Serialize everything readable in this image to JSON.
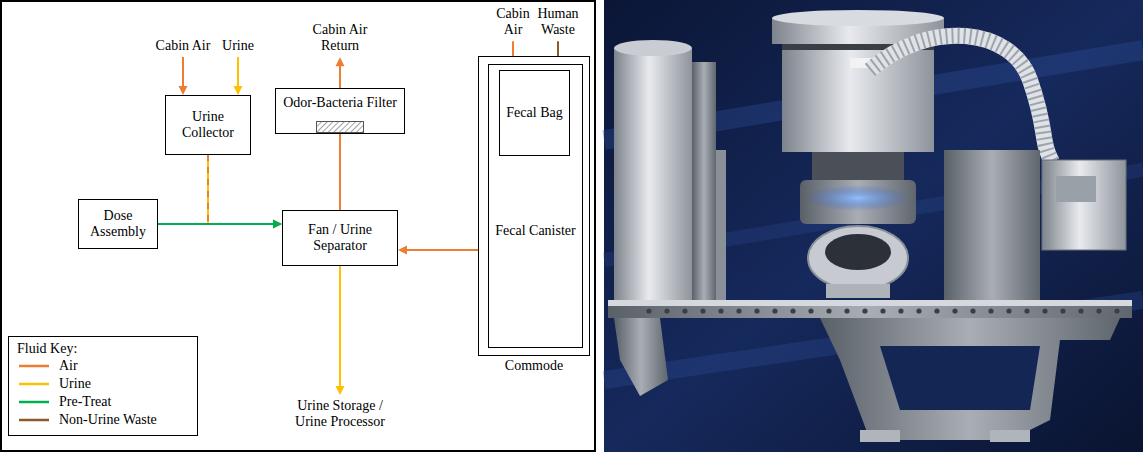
{
  "diagram": {
    "nodes": [
      {
        "text": [
          "Urine Collector"
        ]
      },
      {
        "text": [
          "Odor-Bacteria Filter"
        ]
      },
      {
        "text": [
          "Dose Assembly"
        ]
      },
      {
        "text": [
          "Fan / Urine Separator"
        ]
      },
      {
        "text": [
          "Commode"
        ]
      },
      {
        "text": [
          "Fecal Canister"
        ],
        "in": 4
      },
      {
        "text": [
          "Fecal Bag"
        ],
        "in": 5
      }
    ],
    "edges": [
      {
        "from": 0,
        "to": 3,
        "arrow": "to"
      },
      {
        "from": 2,
        "to": 3,
        "arrow": "to"
      },
      {
        "from": 3,
        "to": 1,
        "arrow": "none"
      },
      {
        "from": 4,
        "to": 3,
        "arrow": "to"
      }
    ],
    "labels": [
      "Cabin Air",
      "Urine",
      "Cabin Air Return",
      "Cabin Air",
      "Human Waste",
      "Urine Storage / Urine Processor",
      "Fluid Key:"
    ],
    "legend": [
      {
        "text": "Air",
        "color": "#ED7D31"
      },
      {
        "text": "Urine",
        "color": "#FFC000"
      },
      {
        "text": "Pre-Treat",
        "color": "#00B050"
      },
      {
        "text": "Non-Urine Waste",
        "color": "#8B5A2B"
      }
    ]
  }
}
